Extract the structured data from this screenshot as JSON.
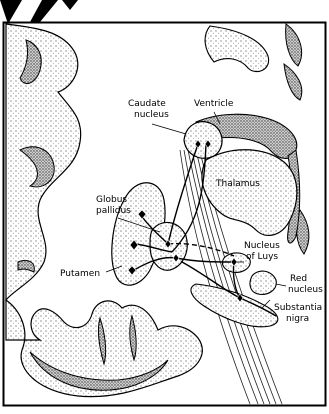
{
  "labels": {
    "caudate_1": "Caudate",
    "caudate_2": "nucleus",
    "ventricle": "Ventricle",
    "thalamus": "Thalamus",
    "globus_1": "Globus",
    "globus_2": "pallidus",
    "luys_1": "Nucleus",
    "luys_2": "of Luys",
    "putamen": "Putamen",
    "red_1": "Red",
    "red_2": "nucleus",
    "nigra_1": "Substantia",
    "nigra_2": "nigra"
  }
}
